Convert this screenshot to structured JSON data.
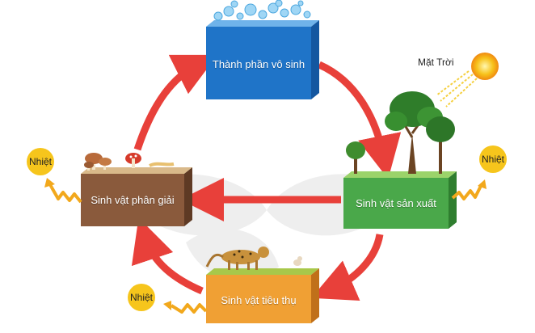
{
  "nodes": {
    "abiotic": {
      "label": "Thành phần vô sinh"
    },
    "producer": {
      "label": "Sinh vật sản xuất"
    },
    "consumer": {
      "label": "Sinh vật tiêu thụ"
    },
    "decomposer": {
      "label": "Sinh vật phân giải"
    }
  },
  "sun": {
    "label": "Mặt Trời"
  },
  "heat": [
    {
      "label": "Nhiệt"
    },
    {
      "label": "Nhiệt"
    },
    {
      "label": "Nhiệt"
    }
  ],
  "colors": {
    "arrow": "#e8403a",
    "abiotic": "#1f74c8",
    "producer": "#4aa84a",
    "consumer": "#f0a034",
    "decomposer": "#8a5a3c",
    "heat_circle": "#f6c51c",
    "sun": "#f7b21a"
  }
}
